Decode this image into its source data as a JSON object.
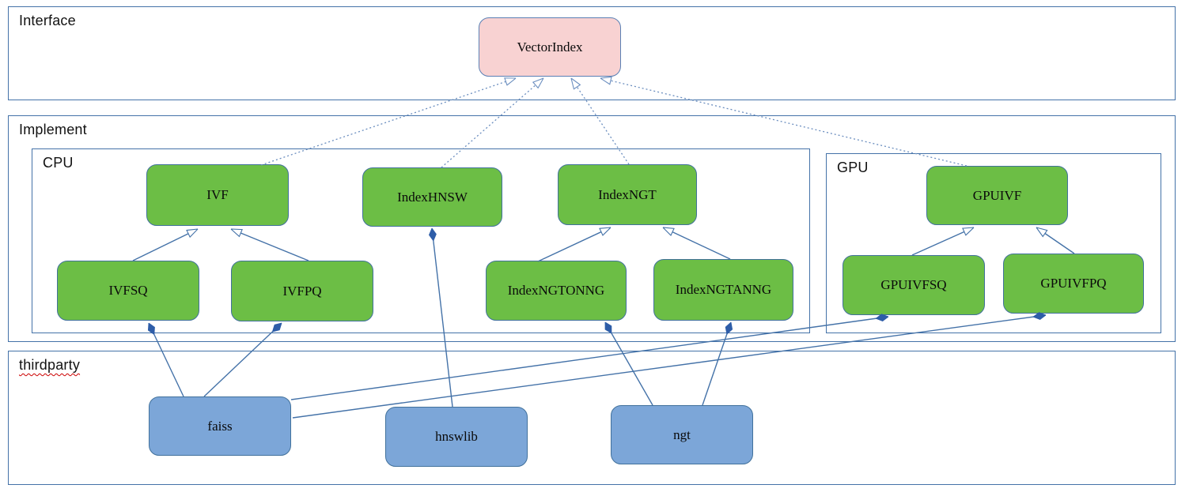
{
  "diagram": {
    "containers": {
      "interface": {
        "label": "Interface"
      },
      "implement": {
        "label": "Implement"
      },
      "cpu": {
        "label": "CPU"
      },
      "gpu": {
        "label": "GPU"
      },
      "thirdparty": {
        "label": "thirdparty"
      }
    },
    "nodes": {
      "vectorindex": {
        "label": "VectorIndex",
        "group": "interface"
      },
      "ivf": {
        "label": "IVF",
        "group": "cpu"
      },
      "indexhnsw": {
        "label": "IndexHNSW",
        "group": "cpu"
      },
      "indexngt": {
        "label": "IndexNGT",
        "group": "cpu"
      },
      "ivfsq": {
        "label": "IVFSQ",
        "group": "cpu"
      },
      "ivfpq": {
        "label": "IVFPQ",
        "group": "cpu"
      },
      "indexngtonng": {
        "label": "IndexNGTONNG",
        "group": "cpu"
      },
      "indexngtanng": {
        "label": "IndexNGTANNG",
        "group": "cpu"
      },
      "gpuivf": {
        "label": "GPUIVF",
        "group": "gpu"
      },
      "gpuivfsq": {
        "label": "GPUIVFSQ",
        "group": "gpu"
      },
      "gpuivfpq": {
        "label": "GPUIVFPQ",
        "group": "gpu"
      },
      "faiss": {
        "label": "faiss",
        "group": "thirdparty"
      },
      "hnswlib": {
        "label": "hnswlib",
        "group": "thirdparty"
      },
      "ngt": {
        "label": "ngt",
        "group": "thirdparty"
      }
    },
    "edges": [
      {
        "from": "ivf",
        "to": "vectorindex",
        "type": "generalization-dotted"
      },
      {
        "from": "indexhnsw",
        "to": "vectorindex",
        "type": "generalization-dotted"
      },
      {
        "from": "indexngt",
        "to": "vectorindex",
        "type": "generalization-dotted"
      },
      {
        "from": "gpuivf",
        "to": "vectorindex",
        "type": "generalization-dotted"
      },
      {
        "from": "ivfsq",
        "to": "ivf",
        "type": "generalization"
      },
      {
        "from": "ivfpq",
        "to": "ivf",
        "type": "generalization"
      },
      {
        "from": "indexngtonng",
        "to": "indexngt",
        "type": "generalization"
      },
      {
        "from": "indexngtanng",
        "to": "indexngt",
        "type": "generalization"
      },
      {
        "from": "gpuivfsq",
        "to": "gpuivf",
        "type": "generalization"
      },
      {
        "from": "gpuivfpq",
        "to": "gpuivf",
        "type": "generalization"
      },
      {
        "from": "faiss",
        "to": "ivfsq",
        "type": "composition"
      },
      {
        "from": "faiss",
        "to": "ivfpq",
        "type": "composition"
      },
      {
        "from": "faiss",
        "to": "gpuivfsq",
        "type": "composition"
      },
      {
        "from": "faiss",
        "to": "gpuivfpq",
        "type": "composition"
      },
      {
        "from": "hnswlib",
        "to": "indexhnsw",
        "type": "composition"
      },
      {
        "from": "ngt",
        "to": "indexngtonng",
        "type": "composition"
      },
      {
        "from": "ngt",
        "to": "indexngtanng",
        "type": "composition"
      }
    ],
    "colors": {
      "interface_fill": "#f8d2d2",
      "interface_border": "#5b80b5",
      "implementation_fill": "#6cbe45",
      "implementation_border": "#41719c",
      "thirdparty_fill": "#7ca6d8",
      "container_border": "#4472a8",
      "connector_solid": "#4472a8",
      "connector_dotted": "#6b8ebf",
      "diamond_fill": "#2e5da8",
      "spellcheck_underline": "#cc0000"
    }
  }
}
